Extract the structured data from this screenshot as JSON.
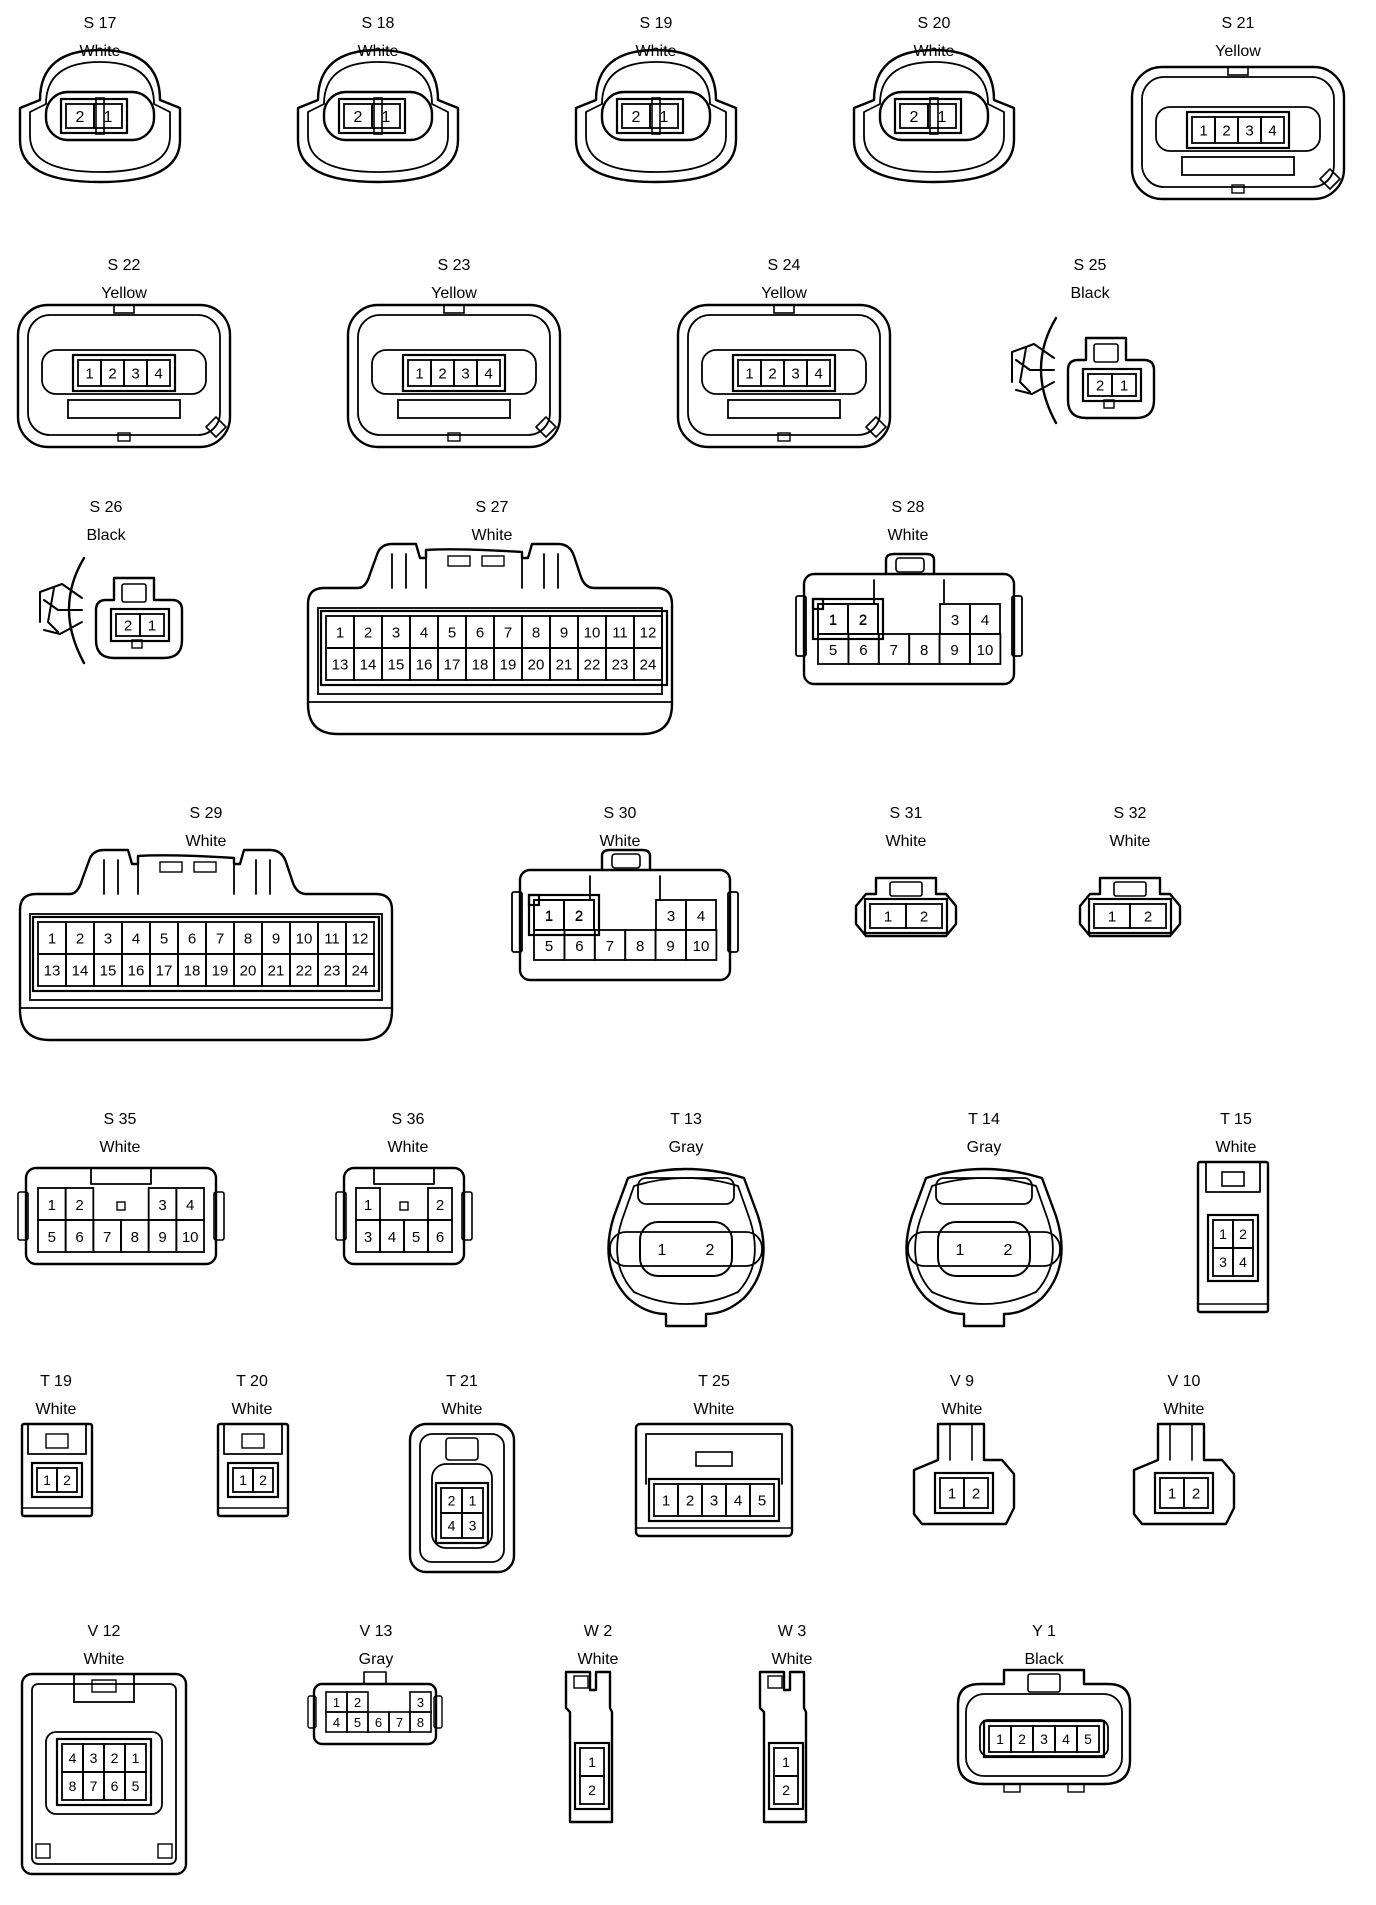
{
  "connectors": [
    {
      "id": "S 17",
      "color": "White",
      "pins": [
        "2",
        "1"
      ]
    },
    {
      "id": "S 18",
      "color": "White",
      "pins": [
        "2",
        "1"
      ]
    },
    {
      "id": "S 19",
      "color": "White",
      "pins": [
        "2",
        "1"
      ]
    },
    {
      "id": "S 20",
      "color": "White",
      "pins": [
        "2",
        "1"
      ]
    },
    {
      "id": "S 21",
      "color": "Yellow",
      "pins": [
        "1",
        "2",
        "3",
        "4"
      ]
    },
    {
      "id": "S 22",
      "color": "Yellow",
      "pins": [
        "1",
        "2",
        "3",
        "4"
      ]
    },
    {
      "id": "S 23",
      "color": "Yellow",
      "pins": [
        "1",
        "2",
        "3",
        "4"
      ]
    },
    {
      "id": "S 24",
      "color": "Yellow",
      "pins": [
        "1",
        "2",
        "3",
        "4"
      ]
    },
    {
      "id": "S 25",
      "color": "Black",
      "pins": [
        "2",
        "1"
      ]
    },
    {
      "id": "S 26",
      "color": "Black",
      "pins": [
        "2",
        "1"
      ]
    },
    {
      "id": "S 27",
      "color": "White",
      "pins": [
        "1",
        "2",
        "3",
        "4",
        "5",
        "6",
        "7",
        "8",
        "9",
        "10",
        "11",
        "12",
        "13",
        "14",
        "15",
        "16",
        "17",
        "18",
        "19",
        "20",
        "21",
        "22",
        "23",
        "24"
      ]
    },
    {
      "id": "S 28",
      "color": "White",
      "pins": [
        "1",
        "2",
        "3",
        "4",
        "5",
        "6",
        "7",
        "8",
        "9",
        "10"
      ]
    },
    {
      "id": "S 29",
      "color": "White",
      "pins": [
        "1",
        "2",
        "3",
        "4",
        "5",
        "6",
        "7",
        "8",
        "9",
        "10",
        "11",
        "12",
        "13",
        "14",
        "15",
        "16",
        "17",
        "18",
        "19",
        "20",
        "21",
        "22",
        "23",
        "24"
      ]
    },
    {
      "id": "S 30",
      "color": "White",
      "pins": [
        "1",
        "2",
        "3",
        "4",
        "5",
        "6",
        "7",
        "8",
        "9",
        "10"
      ]
    },
    {
      "id": "S 31",
      "color": "White",
      "pins": [
        "1",
        "2"
      ]
    },
    {
      "id": "S 32",
      "color": "White",
      "pins": [
        "1",
        "2"
      ]
    },
    {
      "id": "S 35",
      "color": "White",
      "pins": [
        "1",
        "2",
        "3",
        "4",
        "5",
        "6",
        "7",
        "8",
        "9",
        "10"
      ]
    },
    {
      "id": "S 36",
      "color": "White",
      "pins": [
        "1",
        "2",
        "3",
        "4",
        "5",
        "6"
      ]
    },
    {
      "id": "T 13",
      "color": "Gray",
      "pins": [
        "1",
        "2"
      ]
    },
    {
      "id": "T 14",
      "color": "Gray",
      "pins": [
        "1",
        "2"
      ]
    },
    {
      "id": "T 15",
      "color": "White",
      "pins": [
        "1",
        "2",
        "3",
        "4"
      ]
    },
    {
      "id": "T 19",
      "color": "White",
      "pins": [
        "1",
        "2"
      ]
    },
    {
      "id": "T 20",
      "color": "White",
      "pins": [
        "1",
        "2"
      ]
    },
    {
      "id": "T 21",
      "color": "White",
      "pins": [
        "2",
        "1",
        "4",
        "3"
      ]
    },
    {
      "id": "T 25",
      "color": "White",
      "pins": [
        "1",
        "2",
        "3",
        "4",
        "5"
      ]
    },
    {
      "id": "V 9",
      "color": "White",
      "pins": [
        "1",
        "2"
      ]
    },
    {
      "id": "V 10",
      "color": "White",
      "pins": [
        "1",
        "2"
      ]
    },
    {
      "id": "V 12",
      "color": "White",
      "pins": [
        "4",
        "3",
        "2",
        "1",
        "8",
        "7",
        "6",
        "5"
      ]
    },
    {
      "id": "V 13",
      "color": "Gray",
      "pins": [
        "1",
        "2",
        "3",
        "4",
        "5",
        "6",
        "7",
        "8"
      ]
    },
    {
      "id": "W 2",
      "color": "White",
      "pins": [
        "1",
        "2"
      ]
    },
    {
      "id": "W 3",
      "color": "White",
      "pins": [
        "1",
        "2"
      ]
    },
    {
      "id": "Y 1",
      "color": "Black",
      "pins": [
        "1",
        "2",
        "3",
        "4",
        "5"
      ]
    }
  ]
}
